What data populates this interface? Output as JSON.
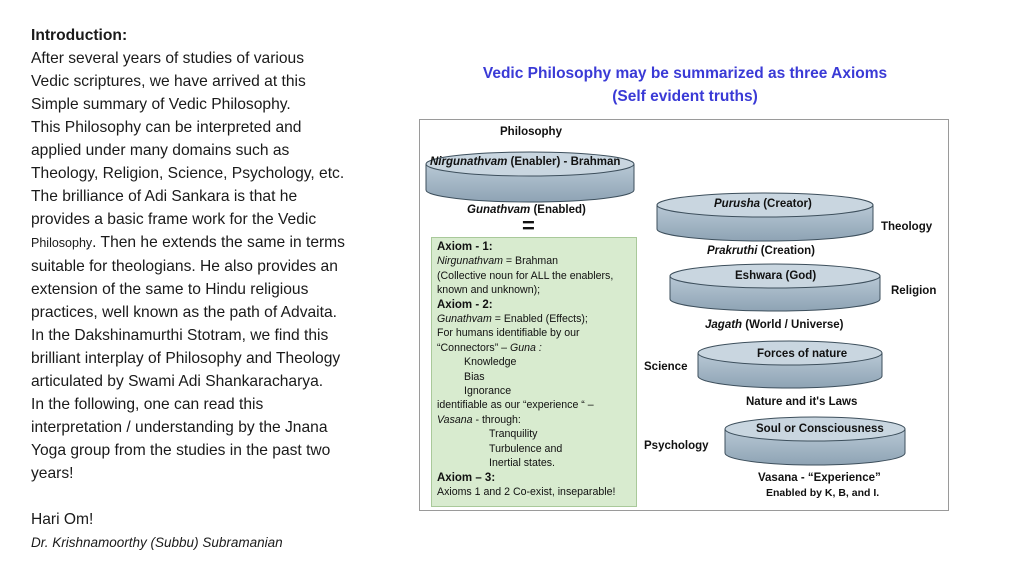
{
  "intro": {
    "heading": "Introduction:",
    "lines": [
      "After several years of studies of various",
      "Vedic scriptures, we have arrived at this",
      "Simple summary of Vedic Philosophy.",
      "This Philosophy can be interpreted and",
      "applied under many domains such as",
      "Theology, Religion, Science, Psychology, etc.",
      "The brilliance of Adi Sankara is that he",
      "provides a basic frame work for the Vedic"
    ],
    "line9_small": "Philosophy",
    "line9_rest": ". Then he extends the same in terms",
    "lines_after": [
      "suitable for theologians. He also provides an",
      "extension of the same to Hindu religious",
      "practices, well known as the path of Advaita.",
      "In the Dakshinamurthi Stotram, we find this",
      "brilliant interplay of Philosophy and Theology",
      "articulated by Swami Adi Shankaracharya.",
      "In the following, one can read this",
      "interpretation / understanding by the Jnana",
      "Yoga group from the studies in the past two",
      "years!"
    ],
    "closing": "Hari Om!",
    "author": "Dr. Krishnamoorthy (Subbu) Subramanian"
  },
  "diagram": {
    "title_line1": "Vedic Philosophy may be summarized as three Axioms",
    "title_line2": "(Self evident truths)",
    "philosophy_label": "Philosophy",
    "disc1_italic": "Nirgunathvam",
    "disc1_rest": " (Enabler) - Brahman",
    "gunathvam_italic": "Gunathvam",
    "gunathvam_rest": " (Enabled)",
    "equals": "=",
    "purusha_italic": "Purusha",
    "purusha_rest": " (Creator)",
    "theology": "Theology",
    "prakruthi_italic": "Prakruthi",
    "prakruthi_rest": " (Creation)",
    "eshwara": "Eshwara (God)",
    "religion": "Religion",
    "jagath_italic": "Jagath",
    "jagath_rest": " (World / Universe)",
    "science": "Science",
    "forces": "Forces of nature",
    "nature_laws": "Nature and it's Laws",
    "psychology": "Psychology",
    "soul": "Soul or Consciousness",
    "vasana": "Vasana - “Experience”",
    "enabled_by": "Enabled by K, B, and I.",
    "colors": {
      "title": "#3a3ad6",
      "disc_fill": "#a9bccb",
      "disc_top": "#c9d6e0",
      "axiom_bg": "#d8ebcf"
    }
  },
  "axioms": {
    "a1_head": "Axiom - 1:",
    "a1_italic": "Nirgunathvam",
    "a1_rest": " = Brahman",
    "a1_l2": "(Collective noun for ALL the enablers,",
    "a1_l3": "known and unknown);",
    "a2_head": "Axiom - 2:",
    "a2_italic": "Gunathvam",
    "a2_rest": " = Enabled (Effects);",
    "a2_l2": "For humans identifiable by our",
    "a2_l3a": "“Connectors” – ",
    "a2_l3b": "Guna :",
    "a2_g1": "Knowledge",
    "a2_g2": "Bias",
    "a2_g3": "Ignorance",
    "a2_l4": "identifiable as our “experience “ –",
    "a2_l5a": "Vasana",
    "a2_l5b": " - through:",
    "a2_v1": "Tranquility",
    "a2_v2": "Turbulence and",
    "a2_v3": "Inertial states.",
    "a3_head": "Axiom – 3:",
    "a3_l1": "Axioms 1 and 2 Co-exist, inseparable!"
  }
}
